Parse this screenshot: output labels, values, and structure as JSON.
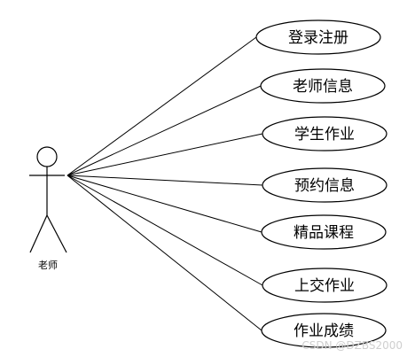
{
  "actor": {
    "name": "老师",
    "icon": "stick-figure-icon"
  },
  "use_cases": [
    {
      "id": "login-register",
      "label": "登录注册"
    },
    {
      "id": "teacher-info",
      "label": "老师信息"
    },
    {
      "id": "student-homework",
      "label": "学生作业"
    },
    {
      "id": "appointment-info",
      "label": "预约信息"
    },
    {
      "id": "premium-courses",
      "label": "精品课程"
    },
    {
      "id": "submit-homework",
      "label": "上交作业"
    },
    {
      "id": "homework-grades",
      "label": "作业成绩"
    }
  ],
  "watermark": "CSDN @DZBS2000",
  "colors": {
    "stroke": "#000000",
    "background": "#ffffff"
  }
}
